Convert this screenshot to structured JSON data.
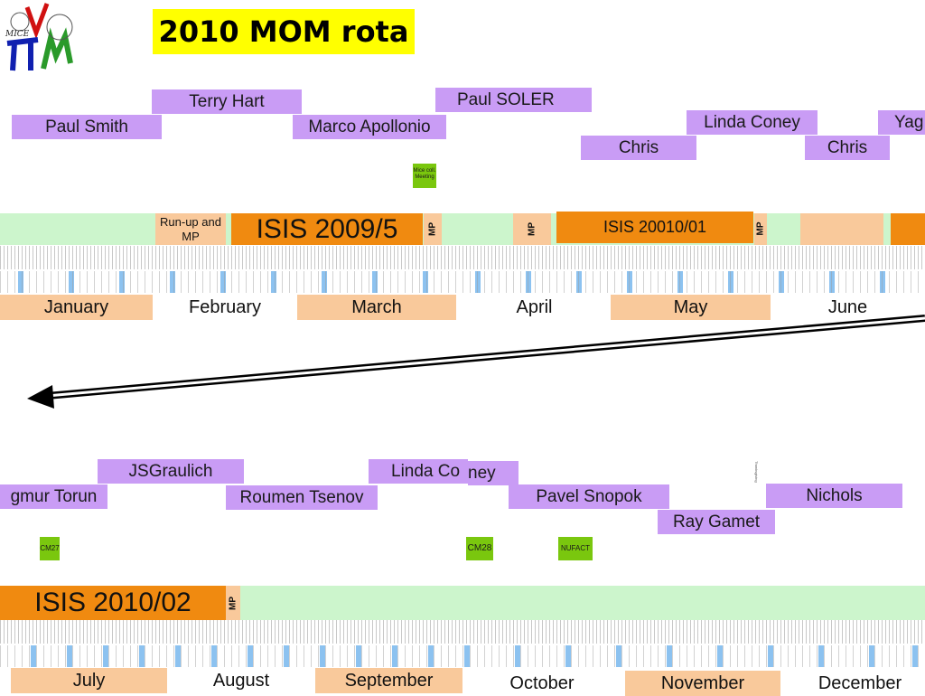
{
  "title": "2010 MOM rota",
  "logo": {
    "text": "MICE",
    "icon": "mice-pi-nu-mu-logo"
  },
  "top": {
    "people": [
      "Paul Smith",
      "Terry Hart",
      "Marco Apollonio",
      "Paul SOLER",
      "Chris",
      "Linda Coney",
      "Chris",
      "Yag"
    ],
    "events": [
      "Mice coll. Meeting"
    ],
    "cycles": [
      "Run-up and MP",
      "ISIS 2009/5",
      "MP",
      "MP",
      "ISIS 20010/01",
      "MP"
    ],
    "months": [
      "January",
      "February",
      "March",
      "April",
      "May",
      "June"
    ]
  },
  "bottom": {
    "people": [
      "JSGraulich",
      "gmur Torun",
      "Roumen Tsenov",
      "Linda Co",
      "ney",
      "Pavel Snopok",
      "Ray Gamet",
      "Nichols"
    ],
    "events": [
      "CM27",
      "CM28",
      "NUFACT",
      "Thanksgiving"
    ],
    "cycles": [
      "ISIS 2010/02",
      "MP"
    ],
    "months": [
      "July",
      "August",
      "September",
      "October",
      "November",
      "December"
    ]
  },
  "colors": {
    "title_bg": "#ffff00",
    "person_bg": "#c99cf5",
    "beam_band": "#ccf5cc",
    "peach": "#f9c99b",
    "orange": "#f08a10",
    "event_green": "#7ac70e",
    "week_blue": "#8cc2f0"
  }
}
